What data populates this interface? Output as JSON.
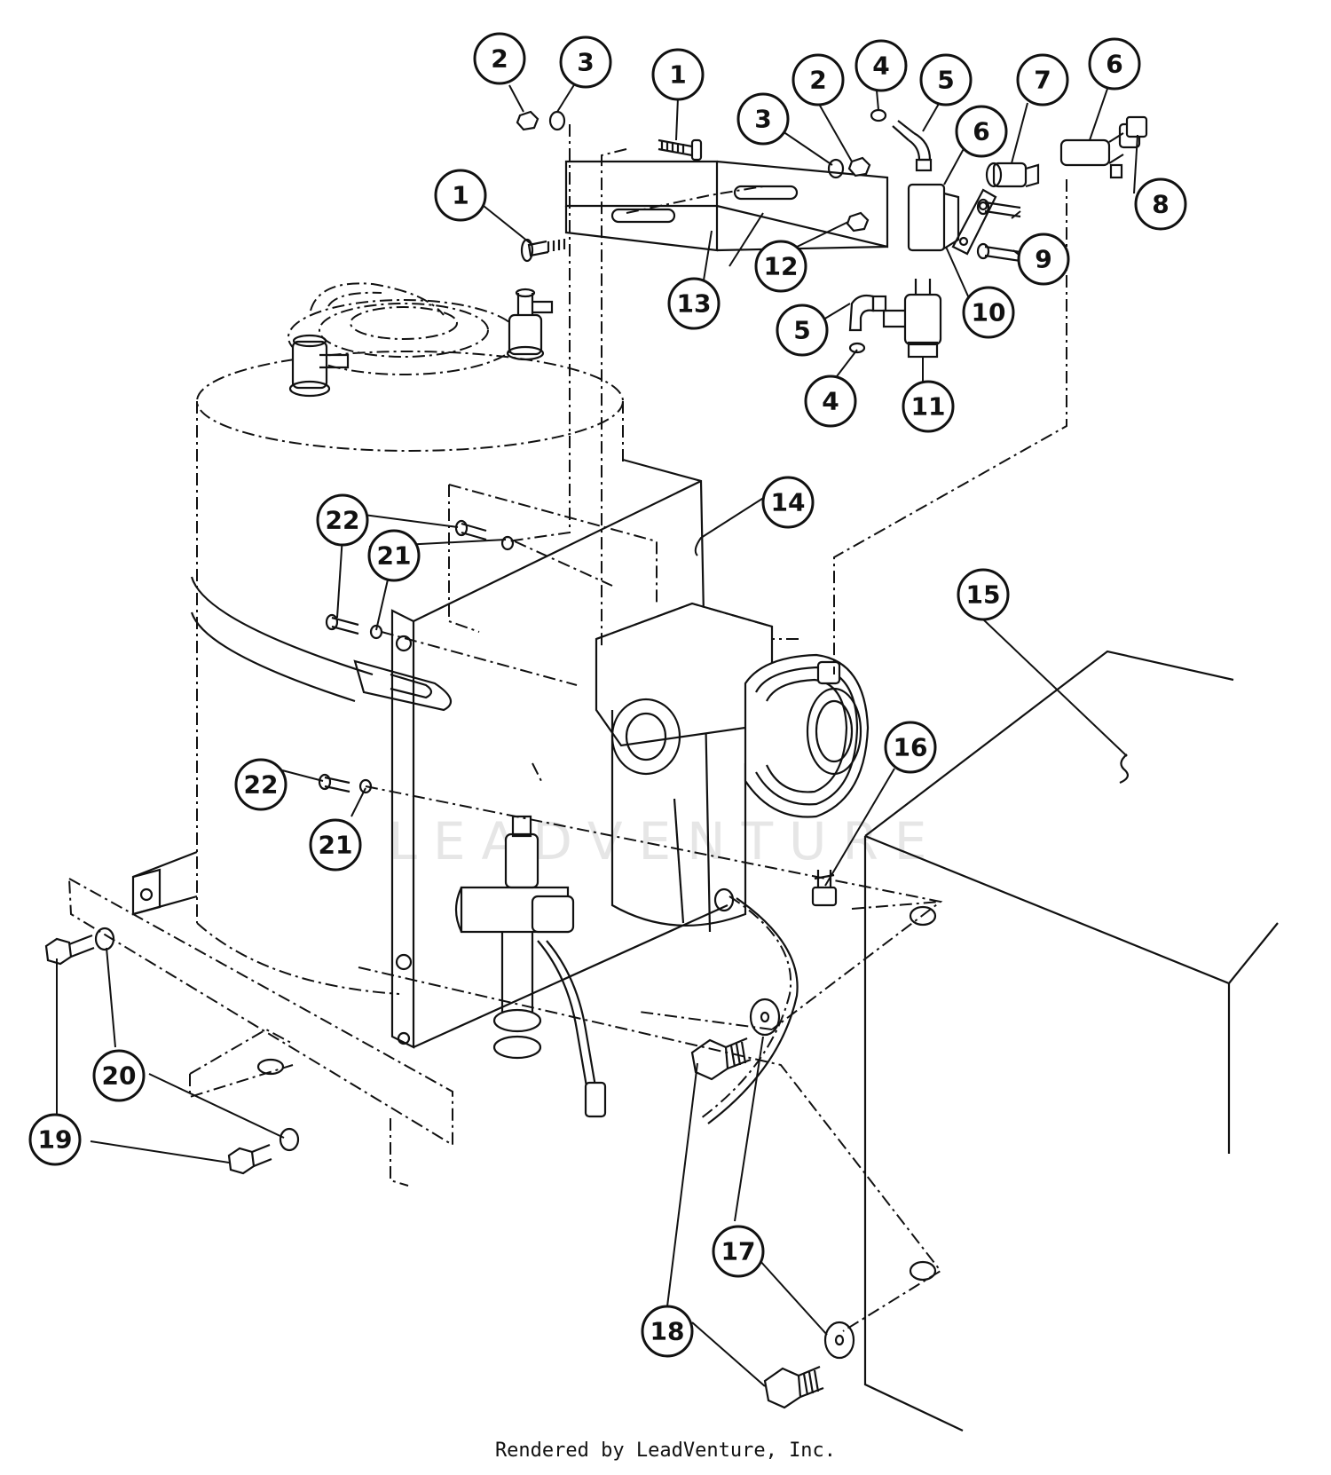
{
  "diagram": {
    "watermark": "LEADVENTURE",
    "footer_credit": "Rendered by LeadVenture, Inc.",
    "callouts": [
      {
        "label": "2"
      },
      {
        "label": "3"
      },
      {
        "label": "1"
      },
      {
        "label": "2"
      },
      {
        "label": "4"
      },
      {
        "label": "5"
      },
      {
        "label": "7"
      },
      {
        "label": "6"
      },
      {
        "label": "3"
      },
      {
        "label": "6"
      },
      {
        "label": "1"
      },
      {
        "label": "8"
      },
      {
        "label": "9"
      },
      {
        "label": "12"
      },
      {
        "label": "13"
      },
      {
        "label": "10"
      },
      {
        "label": "5"
      },
      {
        "label": "4"
      },
      {
        "label": "11"
      },
      {
        "label": "14"
      },
      {
        "label": "22"
      },
      {
        "label": "21"
      },
      {
        "label": "15"
      },
      {
        "label": "16"
      },
      {
        "label": "22"
      },
      {
        "label": "21"
      },
      {
        "label": "20"
      },
      {
        "label": "19"
      },
      {
        "label": "17"
      },
      {
        "label": "18"
      }
    ]
  }
}
